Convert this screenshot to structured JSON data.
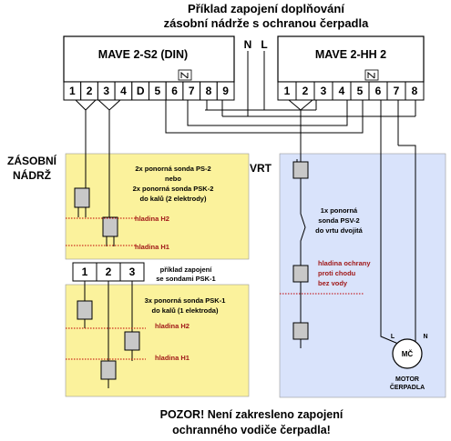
{
  "title": {
    "line1": "Příklad zapojení doplňování",
    "line2": "zásobní nádrže s ochranou čerpadla"
  },
  "supply": {
    "n": "N",
    "l": "L"
  },
  "device_left": {
    "name": "MAVE 2-S2 (DIN)",
    "terminals": [
      "1",
      "2",
      "3",
      "4",
      "D",
      "5",
      "6",
      "7",
      "8",
      "9"
    ]
  },
  "device_right": {
    "name": "MAVE 2-HH 2",
    "terminals": [
      "1",
      "2",
      "3",
      "4",
      "5",
      "6",
      "7",
      "8"
    ]
  },
  "tank": {
    "label_line1": "ZÁSOBNÍ",
    "label_line2": "NÁDRŽ",
    "desc": [
      "2x ponorná sonda PS-2",
      "nebo",
      "2x ponorná sonda PSK-2",
      "do kalů (2 elektrody)"
    ],
    "level_h2": "hladina H2",
    "level_h1": "hladina H1"
  },
  "example": {
    "terminals": [
      "1",
      "2",
      "3"
    ],
    "note_line1": "příklad zapojení",
    "note_line2": "se sondami PSK-1",
    "desc": [
      "3x ponorná sonda PSK-1",
      "do kalů (1 elektroda)"
    ],
    "level_h2": "hladina H2",
    "level_h1": "hladina H1"
  },
  "well": {
    "label": "VRT",
    "desc": [
      "1x ponorná",
      "sonda PSV-2",
      "do vrtu dvojitá"
    ],
    "protection": [
      "hladina ochrany",
      "proti chodu",
      "bez vody"
    ]
  },
  "motor": {
    "l_label": "L",
    "n_label": "N",
    "symbol": "MČ",
    "label_line1": "MOTOR",
    "label_line2": "ČERPADLA"
  },
  "warning": {
    "line1": "POZOR! Není zakresleno zapojení",
    "line2": "ochranného vodiče čerpadla!"
  },
  "colors": {
    "tank_fill": "#fbf29c",
    "well_fill": "#d9e3fb",
    "probe_fill": "#c8c8c8",
    "level_line": "#c00000",
    "red_text": "#a01818"
  }
}
